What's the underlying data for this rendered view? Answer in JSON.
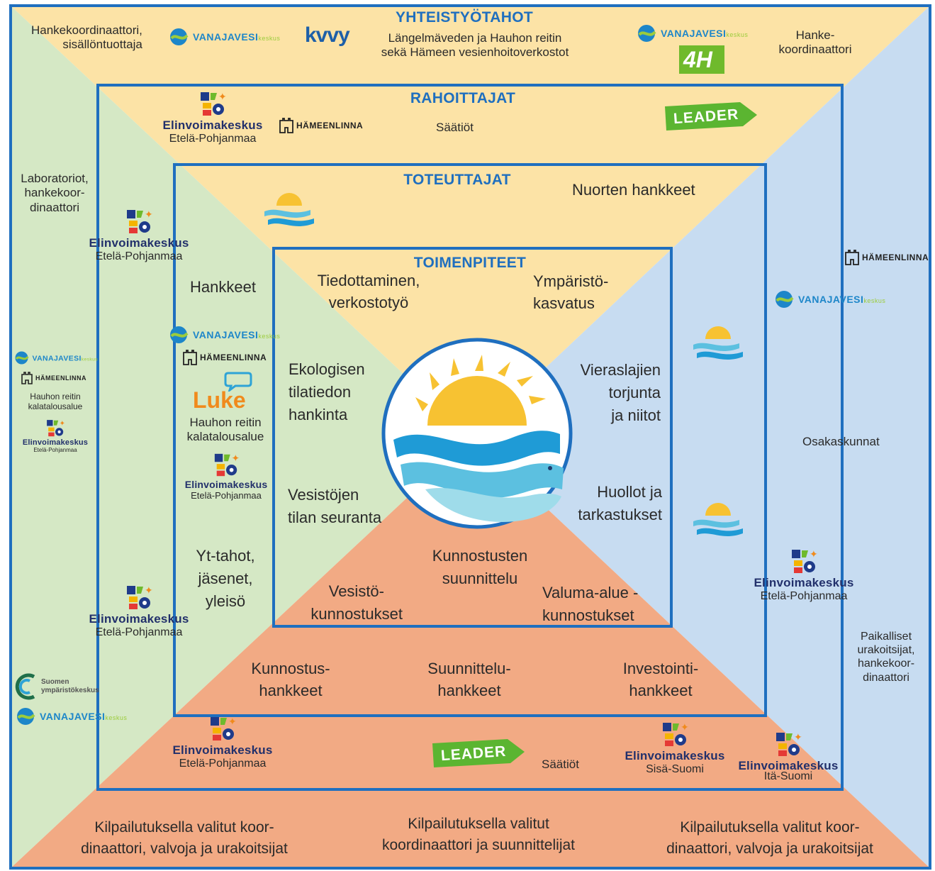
{
  "headers": {
    "yhteistyotahot": "YHTEISTYÖTAHOT",
    "rahoittajat": "RAHOITTAJAT",
    "toteuttajat": "TOTEUTTAJAT",
    "toimenpiteet": "TOIMENPITEET"
  },
  "logos": {
    "vanajavesi": "VANAJAVESI",
    "vanajavesi_suffix": "keskus",
    "hameenlinna": "HÄMEENLINNA",
    "kvvy": "kvvy",
    "four_h": "4H",
    "leader": "LEADER",
    "luke": "Luke",
    "syke_line1": "Suomen",
    "syke_line2": "ympäristökeskus",
    "elinvoimakeskus": "Elinvoimakeskus",
    "etela_pohjanmaa": "Etelä-Pohjanmaa",
    "sisa_suomi": "Sisä-Suomi",
    "ita_suomi": "Itä-Suomi"
  },
  "top_band": {
    "left_note": [
      "Hankekoordinaattori,",
      "sisällöntuottaja"
    ],
    "center_note": [
      "Längelmäveden ja Hauhon reitin",
      "sekä Hämeen vesienhoitoverkostot"
    ],
    "right_note": [
      "Hanke-",
      "koordinaattori"
    ]
  },
  "left_band": {
    "note": [
      "Laboratoriot,",
      "hankekoor-",
      "dinaattori"
    ],
    "hauhon_small": [
      "Hauhon reitin",
      "kalatalousalue"
    ]
  },
  "right_band": {
    "osakaskunnat": "Osakaskunnat",
    "note": [
      "Paikalliset",
      "urakoitsijat,",
      "hankekoor-",
      "dinaattori"
    ]
  },
  "rahoittajat": {
    "saatiot_top": "Säätiöt",
    "saatiot_bottom": "Säätiöt"
  },
  "toteuttajat": {
    "nuorten": "Nuorten hankkeet",
    "hankkeet": "Hankkeet",
    "hauhon": [
      "Hauhon reitin",
      "kalatalousalue"
    ],
    "yt": [
      "Yt-tahot,",
      "jäsenet,",
      "yleisö"
    ],
    "bottom": [
      [
        "Kunnostus-",
        "hankkeet"
      ],
      [
        "Suunnittelu-",
        "hankkeet"
      ],
      [
        "Investointi-",
        "hankkeet"
      ]
    ]
  },
  "toimenpiteet": {
    "tiedottaminen": [
      "Tiedottaminen,",
      "verkostotyö"
    ],
    "ymparisto": [
      "Ympäristö-",
      "kasvatus"
    ],
    "ekologisen": [
      "Ekologisen",
      "tilatiedon",
      "hankinta"
    ],
    "vesistojen_seuranta": [
      "Vesistöjen",
      "tilan seuranta"
    ],
    "vieraslajien": [
      "Vieraslajien",
      "torjunta",
      "ja niitot"
    ],
    "huollot": [
      "Huollot ja",
      "tarkastukset"
    ],
    "kunnostusten": [
      "Kunnostusten",
      "suunnittelu"
    ],
    "vesisto_kunn": [
      "Vesistö-",
      "kunnostukset"
    ],
    "valuma": [
      "Valuma-alue -",
      "kunnostukset"
    ]
  },
  "bottom_band": [
    [
      "Kilpailutuksella valitut koor-",
      "dinaattori, valvoja ja urakoitsijat"
    ],
    [
      "Kilpailutuksella valitut",
      "koordinaattori ja suunnittelijat"
    ],
    [
      "Kilpailutuksella valitut koor-",
      "dinaattori, valvoja ja urakoitsijat"
    ]
  ],
  "colors": {
    "yellow": "#fce3a6",
    "green": "#d5e8c5",
    "blue": "#c7dcf1",
    "orange": "#f2aa84",
    "frame": "#1f6fbf",
    "header_text": "#1f6fbf"
  }
}
